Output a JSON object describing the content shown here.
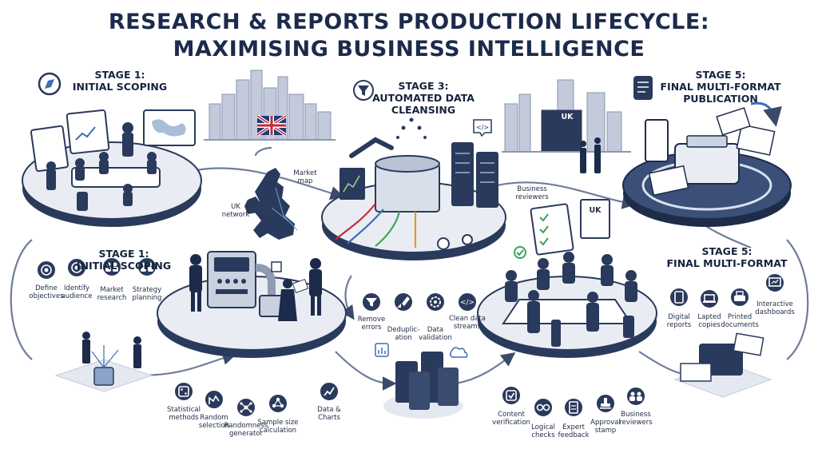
{
  "title": {
    "line1": "RESEARCH & REPORTS PRODUCTION LIFECYCLE:",
    "line2": "MAXIMISING BUSINESS INTELLIGENCE"
  },
  "stages": {
    "top_left": {
      "line1": "STAGE 1:",
      "line2": "INITIAL SCOPING"
    },
    "top_center": {
      "line1": "STAGE 3:",
      "line2": "AUTOMATED DATA",
      "line3": "CLEANSING"
    },
    "top_right": {
      "line1": "STAGE 5:",
      "line2": "FINAL MULTI-FORMAT",
      "line3": "PUBLICATION"
    },
    "mid_left": {
      "line1": "STAGE 1:",
      "line2": "INITIAL SCOPING"
    },
    "mid_right": {
      "line1": "STAGE 5:",
      "line2": "FINAL MULTI-FORMAT"
    }
  },
  "map_labels": {
    "market_map": {
      "line1": "Market",
      "line2": "map"
    },
    "uk_network": {
      "line1": "UK",
      "line2": "network"
    },
    "uk_building": "UK",
    "uk_doc": "UK"
  },
  "business_reviewers_top": {
    "line1": "Business",
    "line2": "reviewers"
  },
  "scoping_steps": [
    {
      "line1": "Define",
      "line2": "objectives",
      "icon": "target-icon"
    },
    {
      "line1": "Identify",
      "line2": "audience",
      "icon": "bullseye-icon"
    },
    {
      "line1": "Market",
      "line2": "research",
      "icon": "people-icon"
    },
    {
      "line1": "Strategy",
      "line2": "planning",
      "icon": "team-icon"
    }
  ],
  "cleansing_steps": [
    {
      "line1": "Remove",
      "line2": "errors",
      "icon": "funnel-icon"
    },
    {
      "line1": "Deduplic-",
      "line2": "ation",
      "icon": "brush-icon"
    },
    {
      "line1": "Data",
      "line2": "validation",
      "icon": "gear-check-icon"
    },
    {
      "line1": "Clean data",
      "line2": "streams",
      "icon": "code-icon"
    }
  ],
  "publication_steps": [
    {
      "line1": "Digital",
      "line2": "reports",
      "icon": "tablet-icon"
    },
    {
      "line1": "Lapted",
      "line2": "copies",
      "icon": "laptop-icon"
    },
    {
      "line1": "Printed",
      "line2": "documents",
      "icon": "printer-icon"
    },
    {
      "line1": "Interactive",
      "line2": "dashboards",
      "icon": "monitor-icon"
    }
  ],
  "sampling_steps": [
    {
      "line1": "Statistical",
      "line2": "methods",
      "icon": "dice-icon"
    },
    {
      "line1": "Random",
      "line2": "selection",
      "icon": "selection-icon"
    },
    {
      "line1": "Randomness",
      "line2": "generator",
      "icon": "network-icon"
    },
    {
      "line1": "Sample size",
      "line2": "calculation",
      "icon": "nodes-icon"
    },
    {
      "line1": "Data &",
      "line2": "Charts",
      "icon": "chart-icon"
    }
  ],
  "review_steps": [
    {
      "line1": "Content",
      "line2": "verification",
      "icon": "checkbox-icon"
    },
    {
      "line1": "Logical",
      "line2": "checks",
      "icon": "glasses-icon"
    },
    {
      "line1": "Expert",
      "line2": "feedback",
      "icon": "document-icon"
    },
    {
      "line1": "Approval",
      "line2": "stamp",
      "icon": "stamp-icon"
    },
    {
      "line1": "Business",
      "line2": "reviewers",
      "icon": "group-icon"
    }
  ],
  "colors": {
    "navy": "#1c2b4b",
    "platform_top": "#e9edf3",
    "platform_side": "#2a3a5c",
    "accent_blue": "#3d6fb6",
    "flag_red": "#c8283a",
    "check_green": "#3aa35a"
  }
}
